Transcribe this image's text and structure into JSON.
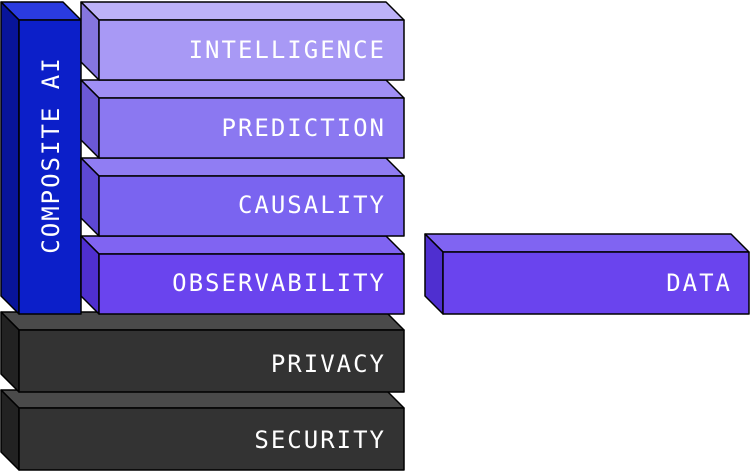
{
  "stack": {
    "layers": [
      {
        "key": "intelligence",
        "label": "INTELLIGENCE",
        "color": "#a899f5"
      },
      {
        "key": "prediction",
        "label": "PREDICTION",
        "color": "#8b78f1"
      },
      {
        "key": "causality",
        "label": "CAUSALITY",
        "color": "#7a64f0"
      },
      {
        "key": "observability",
        "label": "OBSERVABILITY",
        "color": "#6a44ee"
      },
      {
        "key": "privacy",
        "label": "PRIVACY",
        "color": "#333333"
      },
      {
        "key": "security",
        "label": "SECURITY",
        "color": "#333333"
      }
    ],
    "pillar": {
      "label": "COMPOSITE AI",
      "color": "#0c1fc9"
    }
  },
  "side_block": {
    "label": "DATA",
    "color": "#6a44ee"
  }
}
